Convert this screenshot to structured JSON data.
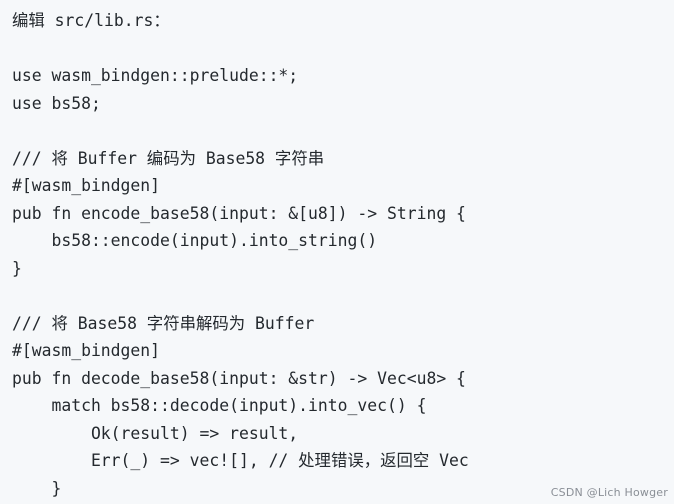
{
  "code": {
    "lines": [
      "编辑 src/lib.rs：",
      "",
      "use wasm_bindgen::prelude::*;",
      "use bs58;",
      "",
      "/// 将 Buffer 编码为 Base58 字符串",
      "#[wasm_bindgen]",
      "pub fn encode_base58(input: &[u8]) -> String {",
      "    bs58::encode(input).into_string()",
      "}",
      "",
      "/// 将 Base58 字符串解码为 Buffer",
      "#[wasm_bindgen]",
      "pub fn decode_base58(input: &str) -> Vec<u8> {",
      "    match bs58::decode(input).into_vec() {",
      "        Ok(result) => result,",
      "        Err(_) => vec![], // 处理错误，返回空 Vec",
      "    }"
    ]
  },
  "watermark": "CSDN @Lich Howger"
}
